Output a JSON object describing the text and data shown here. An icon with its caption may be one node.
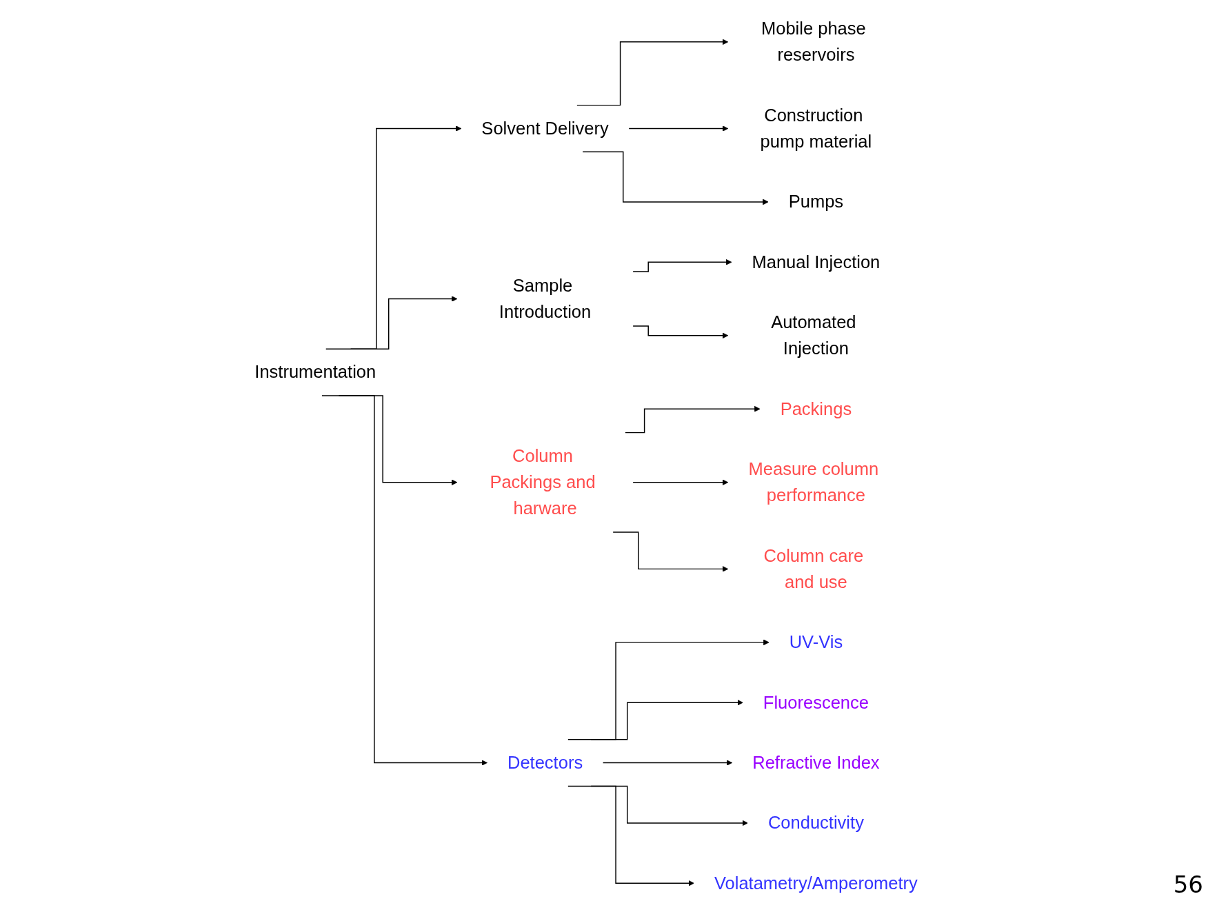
{
  "diagram": {
    "nodes": [
      {
        "text": [
          "Instrumentation"
        ]
      },
      {
        "text": [
          "Solvent Delivery"
        ]
      },
      {
        "text": [
          "Mobile phase reservoirs"
        ]
      },
      {
        "text": [
          "Construction pump material"
        ]
      },
      {
        "text": [
          "Pumps"
        ]
      },
      {
        "text": [
          "Sample Introduction"
        ]
      },
      {
        "text": [
          "Manual Injection"
        ]
      },
      {
        "text": [
          "Automated Injection"
        ]
      },
      {
        "text": [
          "Column Packings and harware"
        ]
      },
      {
        "text": [
          "Packings"
        ]
      },
      {
        "text": [
          "Measure column performance"
        ]
      },
      {
        "text": [
          "Column care and use"
        ]
      },
      {
        "text": [
          "Detectors"
        ]
      },
      {
        "text": [
          "UV-Vis"
        ]
      },
      {
        "text": [
          "Fluorescence"
        ]
      },
      {
        "text": [
          "Refractive Index"
        ]
      },
      {
        "text": [
          "Conductivity"
        ]
      },
      {
        "text": [
          "Volatametry/Amperometry"
        ]
      }
    ],
    "edges": [
      {
        "from": 0,
        "to": 1,
        "arrow": "to"
      },
      {
        "from": 0,
        "to": 5,
        "arrow": "to"
      },
      {
        "from": 0,
        "to": 8,
        "arrow": "to"
      },
      {
        "from": 0,
        "to": 12,
        "arrow": "to"
      },
      {
        "from": 1,
        "to": 2,
        "arrow": "to"
      },
      {
        "from": 1,
        "to": 3,
        "arrow": "to"
      },
      {
        "from": 1,
        "to": 4,
        "arrow": "to"
      },
      {
        "from": 5,
        "to": 6,
        "arrow": "to"
      },
      {
        "from": 5,
        "to": 7,
        "arrow": "to"
      },
      {
        "from": 8,
        "to": 9,
        "arrow": "to"
      },
      {
        "from": 8,
        "to": 10,
        "arrow": "to"
      },
      {
        "from": 8,
        "to": 11,
        "arrow": "to"
      },
      {
        "from": 12,
        "to": 13,
        "arrow": "to"
      },
      {
        "from": 12,
        "to": 14,
        "arrow": "to"
      },
      {
        "from": 12,
        "to": 15,
        "arrow": "to"
      },
      {
        "from": 12,
        "to": 16,
        "arrow": "to"
      },
      {
        "from": 12,
        "to": 17,
        "arrow": "to"
      }
    ],
    "labels": [
      "56"
    ]
  }
}
